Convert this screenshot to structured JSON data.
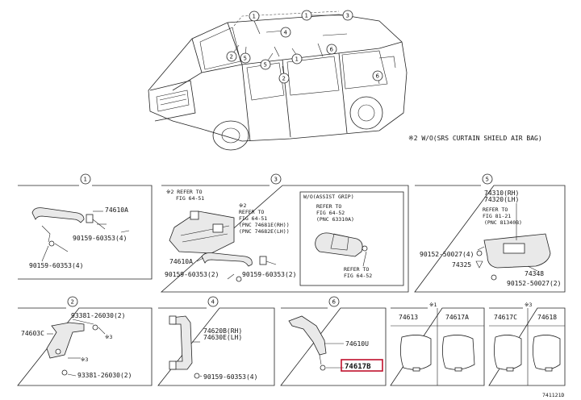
{
  "callouts": {
    "c1": "1",
    "c2": "2",
    "c3": "3",
    "c4": "4",
    "c5": "5",
    "c6": "6"
  },
  "note_top": "※2 W/O(SRS CURTAIN SHIELD AIR BAG)",
  "section1": {
    "num": "1",
    "p1": "74610A",
    "p2": "90159-60353(4)",
    "p3": "90159-60353(4)"
  },
  "section3": {
    "num": "3",
    "ref1_a": "※2 REFER TO",
    "ref1_b": "FIG 64-51",
    "ref2_a": "※2",
    "ref2_b": "REFER TO",
    "ref2_c": "FIG 64-51",
    "ref2_d": "(PNC 74681E(RH))",
    "ref2_e": "(PNC 74682E(LH))",
    "p1": "74610A",
    "p2": "90159-60353(2)",
    "p3": "90159-60353(2)",
    "inset_title": "W/O(ASSIST GRIP)",
    "inset_r1": "REFER TO",
    "inset_r2": "FIG 64-52",
    "inset_r3": "(PNC 63310A)",
    "inset_r4": "REFER TO",
    "inset_r5": "FIG 64-52"
  },
  "section5": {
    "num": "5",
    "p1": "74310(RH)",
    "p2": "74320(LH)",
    "r1": "REFER TO",
    "r2": "FIG 81-21",
    "r3": "(PNC 81340B)",
    "p3": "90152-50027(4)",
    "p4": "74325",
    "p5": "74348",
    "p6": "90152-50027(2)"
  },
  "section2": {
    "num": "2",
    "p1": "93381-26030(2)",
    "p2": "74603C",
    "p3": "※3",
    "p4": "※3",
    "p5": "93381-26030(2)"
  },
  "section4": {
    "num": "4",
    "p1": "74620B(RH)",
    "p2": "74630E(LH)",
    "p3": "90159-60353(4)"
  },
  "section6": {
    "num": "6",
    "p1": "74610U",
    "p2": "74617B"
  },
  "sectionA": {
    "title": "※1",
    "p1": "74613",
    "p2": "74617A"
  },
  "sectionB": {
    "title": "※3",
    "p1": "74617C",
    "p2": "74618"
  },
  "diagram_id": "741121D",
  "colors": {
    "highlight": "#c0102c",
    "line": "#222222"
  }
}
